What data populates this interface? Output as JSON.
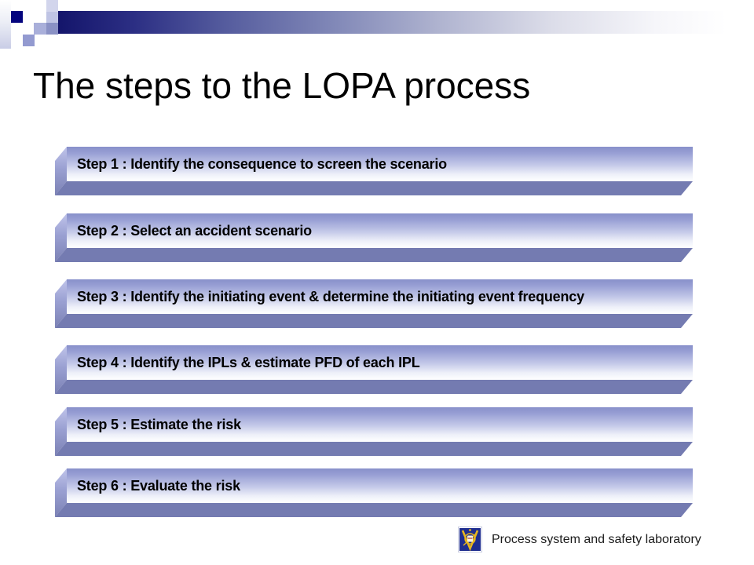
{
  "slide": {
    "title": "The steps to the LOPA process"
  },
  "steps": [
    {
      "label": "Step 1 : Identify the consequence to screen the scenario"
    },
    {
      "label": "Step 2 : Select an accident scenario"
    },
    {
      "label": "Step 3 : Identify the initiating event & determine the initiating event frequency"
    },
    {
      "label": "Step 4 : Identify the IPLs & estimate PFD of each IPL"
    },
    {
      "label": "Step 5 : Estimate the risk"
    },
    {
      "label": "Step 6 : Evaluate the risk"
    }
  ],
  "footer": {
    "lab_name": "Process system and safety laboratory"
  },
  "colors": {
    "bar_navy": "#14156b",
    "navy_square": "#04047e",
    "face_gradient_top": "#8890ca",
    "face_gradient_bottom": "#ffffff",
    "bevel_bottom": "#747bb1",
    "logo_blue": "#1e2d8f",
    "logo_gold": "#e6b520"
  }
}
